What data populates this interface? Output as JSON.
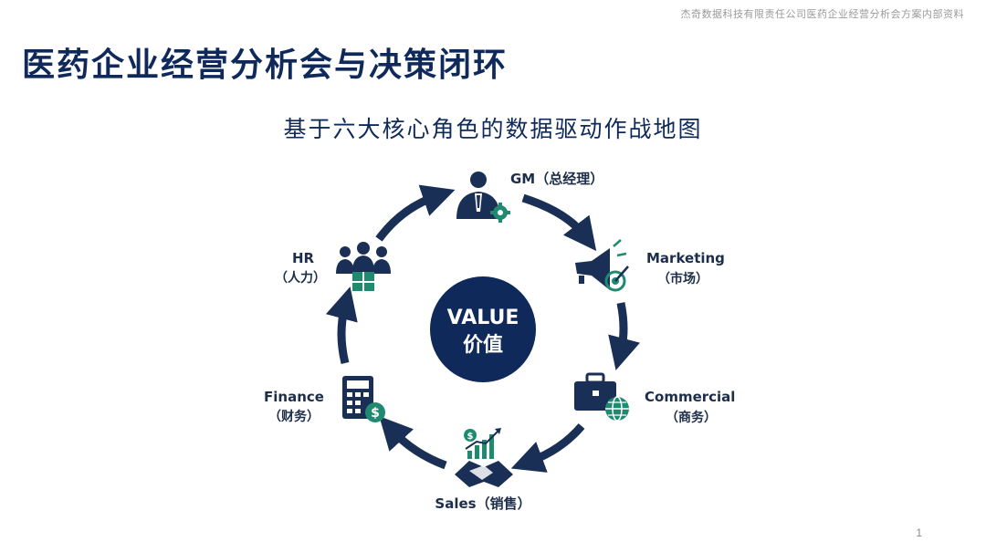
{
  "header": {
    "watermark": "杰奇数据科技有限责任公司医药企业经营分析会方案内部资料",
    "title": "医药企业经营分析会与决策闭环",
    "subtitle": "基于六大核心角色的数据驱动作战地图"
  },
  "center": {
    "label_en": "VALUE",
    "label_cn": "价值"
  },
  "roles": {
    "gm": {
      "label": "GM（总经理）",
      "icon": "manager-gear-icon"
    },
    "marketing": {
      "label_en": "Marketing",
      "label_cn": "（市场）",
      "icon": "megaphone-target-icon"
    },
    "commercial": {
      "label_en": "Commercial",
      "label_cn": "（商务）",
      "icon": "briefcase-globe-icon"
    },
    "sales": {
      "label": "Sales（销售）",
      "icon": "handshake-growth-icon"
    },
    "finance": {
      "label_en": "Finance",
      "label_cn": "（财务）",
      "icon": "calculator-dollar-icon"
    },
    "hr": {
      "label_en": "HR",
      "label_cn": "（人力）",
      "icon": "team-puzzle-icon"
    }
  },
  "colors": {
    "navy": "#0f2a5a",
    "dark_blue": "#1a2f55",
    "teal": "#1f8a70"
  },
  "footer": {
    "page_number": "1"
  }
}
